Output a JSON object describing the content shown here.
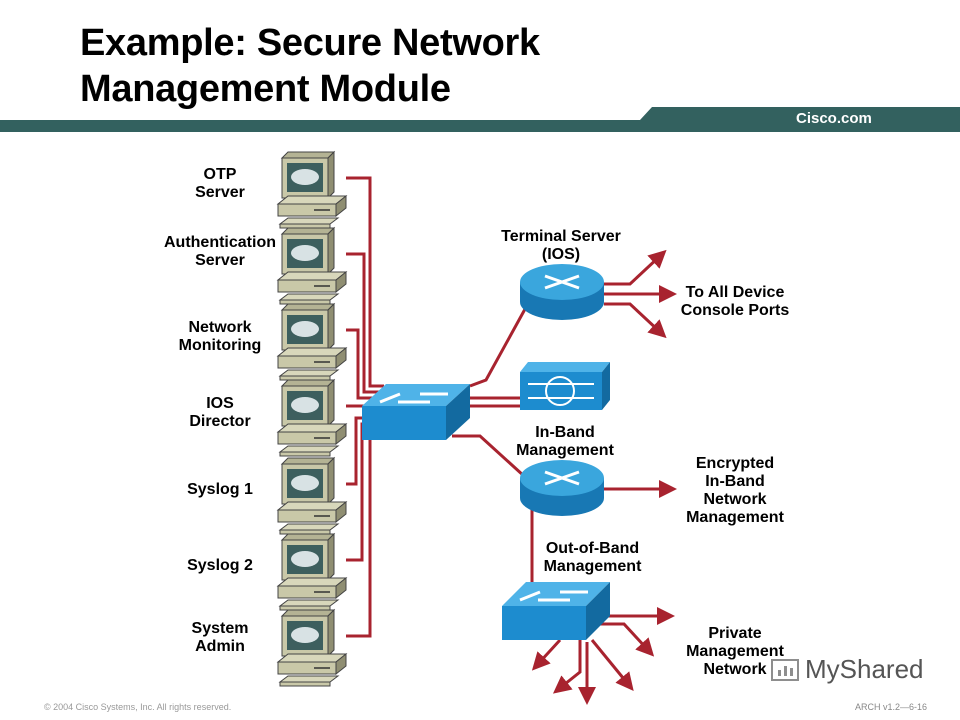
{
  "slide": {
    "title_line1": "Example: Secure Network",
    "title_line2": "Management Module",
    "brand": "Cisco.com",
    "footer_copyright": "© 2004 Cisco Systems, Inc. All rights reserved.",
    "footer_code": "ARCH v1.2—6-16",
    "watermark": "MyShared"
  },
  "colors": {
    "banner": "#33615f",
    "wire": "#a8232f",
    "device_blue": "#1d8ccf",
    "workstation": "#c9c8a8"
  },
  "workstations": [
    {
      "line1": "OTP",
      "line2": "Server"
    },
    {
      "line1": "Authentication",
      "line2": "Server"
    },
    {
      "line1": "Network",
      "line2": "Monitoring"
    },
    {
      "line1": "IOS",
      "line2": "Director"
    },
    {
      "line1": "Syslog 1",
      "line2": ""
    },
    {
      "line1": "Syslog 2",
      "line2": ""
    },
    {
      "line1": "System",
      "line2": "Admin"
    }
  ],
  "devices": {
    "terminal_server": {
      "line1": "Terminal Server",
      "line2": "(IOS)"
    },
    "inband": {
      "line1": "In-Band",
      "line2": "Management"
    },
    "outband": {
      "line1": "Out-of-Band",
      "line2": "Management"
    }
  },
  "destinations": {
    "console": {
      "line1": "To All Device",
      "line2": "Console Ports"
    },
    "encrypted": {
      "line1": "Encrypted",
      "line2": "In-Band",
      "line3": "Network",
      "line4": "Management"
    },
    "private": {
      "line1": "Private",
      "line2": "Management",
      "line3": "Network"
    }
  }
}
